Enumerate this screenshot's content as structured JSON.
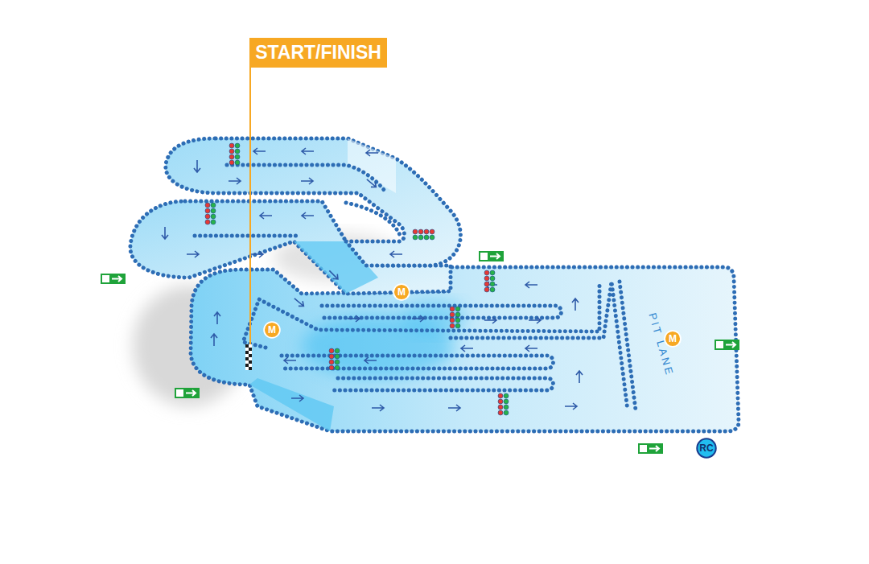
{
  "diagram": {
    "nodes": [
      {
        "text": [
          "START/FINISH"
        ]
      },
      {
        "text": [
          "M"
        ]
      },
      {
        "text": [
          "M"
        ]
      },
      {
        "text": [
          "M"
        ]
      },
      {
        "text": [
          "RC"
        ]
      }
    ],
    "labels": [
      "PIT LANE"
    ]
  }
}
